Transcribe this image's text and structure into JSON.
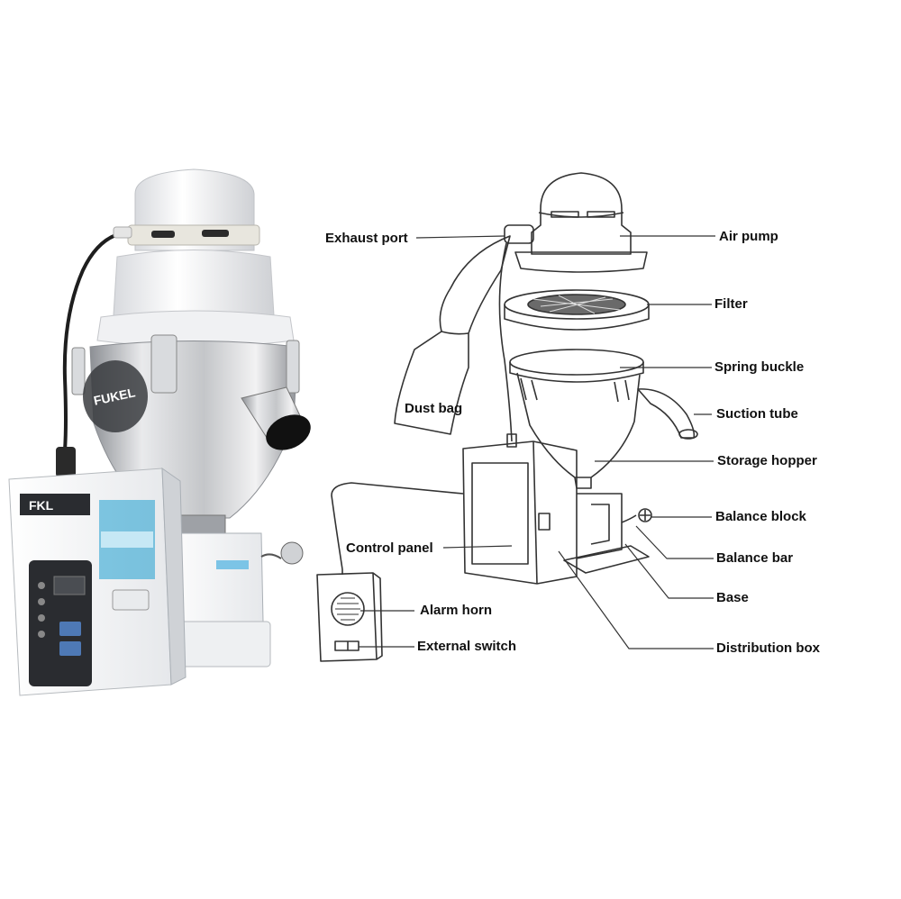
{
  "photo": {
    "brand_logo_text": "FUKEL",
    "panel_model_text": "FKL"
  },
  "labels": {
    "exhaust_port": "Exhaust port",
    "dust_bag": "Dust bag",
    "control_panel": "Control panel",
    "alarm_horn": "Alarm horn",
    "external_switch": "External switch",
    "air_pump": "Air pump",
    "filter": "Filter",
    "spring_buckle": "Spring buckle",
    "suction_tube": "Suction tube",
    "storage_hopper": "Storage hopper",
    "balance_block": "Balance block",
    "balance_bar": "Balance bar",
    "base": "Base",
    "distribution_box": "Distribution box"
  },
  "colors": {
    "line": "#333333",
    "text": "#111111",
    "photo_white": "#f4f5f7",
    "photo_steel": "#b9bcc0",
    "panel_blue": "#1e9fd0",
    "panel_dark": "#2a2c30"
  }
}
